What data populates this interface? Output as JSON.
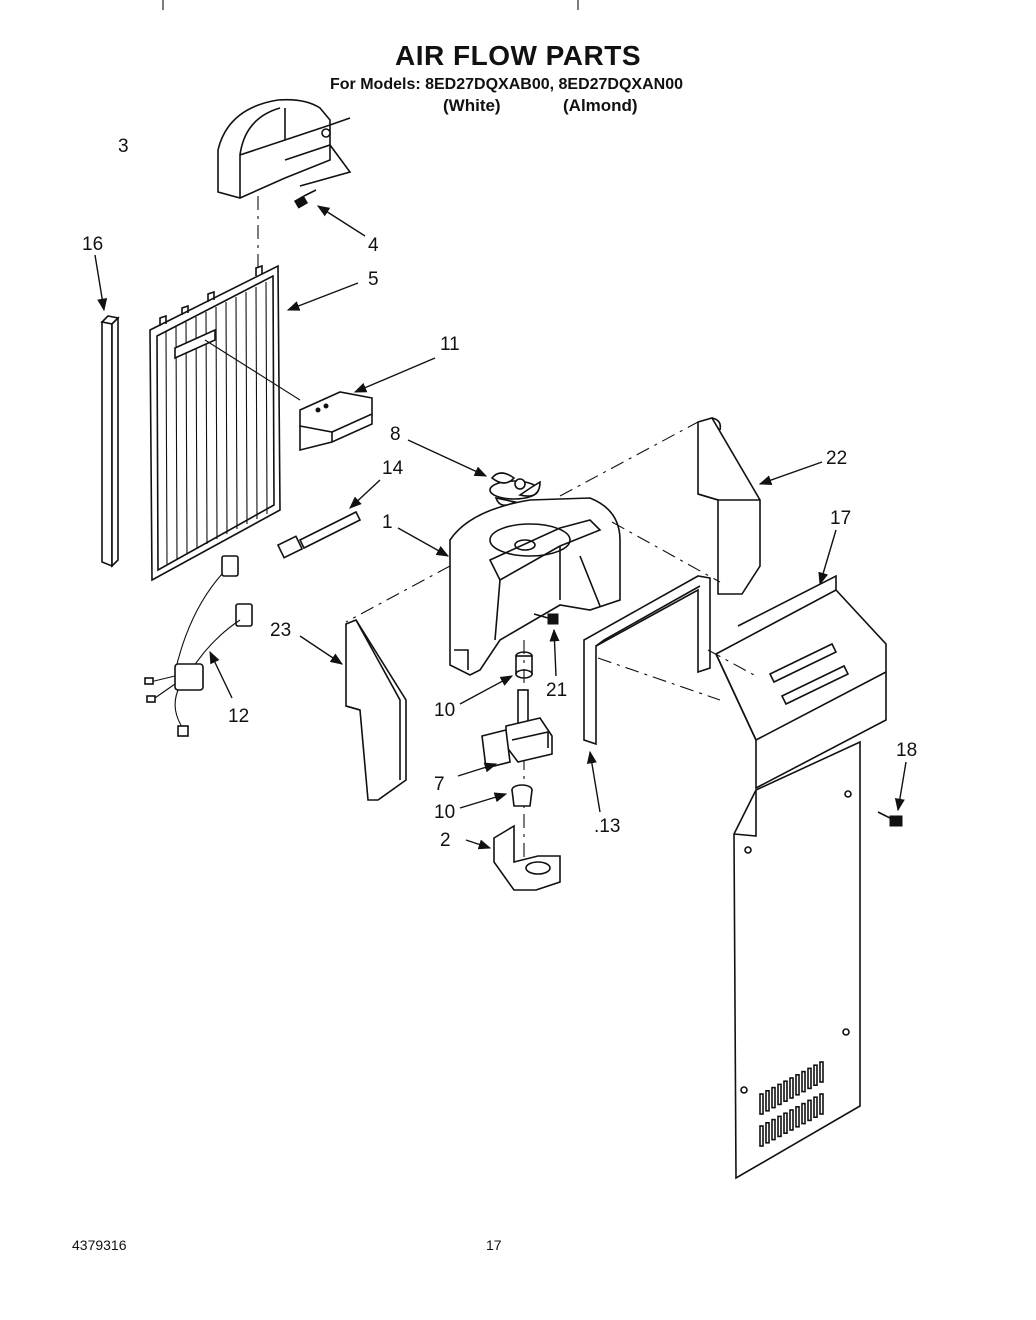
{
  "header": {
    "title": "AIR FLOW PARTS",
    "models_line": "For Models: 8ED27DQXAB00, 8ED27DQXAN00",
    "variant_white": "(White)",
    "variant_almond": "(Almond)"
  },
  "callouts": [
    "3",
    "4",
    "16",
    "5",
    "11",
    "8",
    "22",
    "14",
    "1",
    "17",
    "23",
    "21",
    "12",
    "10",
    "7",
    "10",
    "18",
    "2",
    ".13"
  ],
  "footer": {
    "document_number": "4379316",
    "page_number": "17"
  }
}
